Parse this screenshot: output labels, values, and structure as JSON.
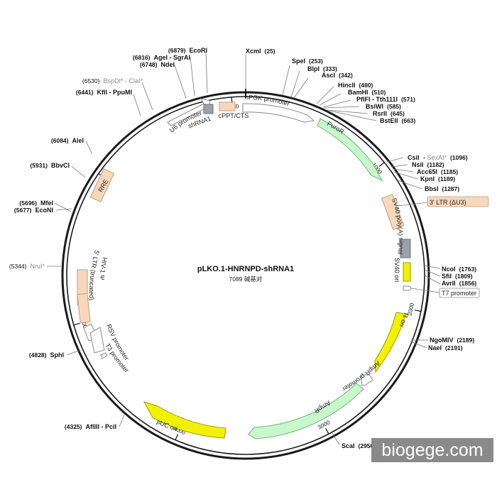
{
  "plasmid": {
    "name": "pLKO.1-HNRNPD-shRNA1",
    "size_text": "7089 碱基对",
    "length_bp": 7089
  },
  "watermark": "biogege.com",
  "ticks": [
    {
      "bp": 1000,
      "label": "1000"
    },
    {
      "bp": 2000,
      "label": "2000"
    },
    {
      "bp": 3000,
      "label": "3000"
    },
    {
      "bp": 4000,
      "label": "4000"
    },
    {
      "bp": 5000,
      "label": "5000"
    },
    {
      "bp": 6000,
      "label": "6000"
    },
    {
      "bp": 7000,
      "label": "7000"
    }
  ],
  "sites": [
    {
      "name": "XcmI",
      "pos": "(25)"
    },
    {
      "name": "SpeI",
      "pos": "(253)"
    },
    {
      "name": "BlpI",
      "pos": "(333)"
    },
    {
      "name": "AscI",
      "pos": "(342)"
    },
    {
      "name": "HincII",
      "pos": "(480)"
    },
    {
      "name": "BamHI",
      "pos": "(510)"
    },
    {
      "name": "PflFI - Tth111I",
      "pos": "(571)"
    },
    {
      "name": "BsiWI",
      "pos": "(585)"
    },
    {
      "name": "RsrII",
      "pos": "(645)"
    },
    {
      "name": "BstEII",
      "pos": "(663)"
    },
    {
      "name": "CsiI",
      "extra": "SexAI*",
      "pos": "(1096)"
    },
    {
      "name": "NsiI",
      "pos": "(1182)"
    },
    {
      "name": "Acc65I",
      "pos": "(1185)"
    },
    {
      "name": "KpnI",
      "pos": "(1189)"
    },
    {
      "name": "BbsI",
      "pos": "(1287)"
    },
    {
      "name": "NcoI",
      "pos": "(1763)"
    },
    {
      "name": "SfiI",
      "pos": "(1809)"
    },
    {
      "name": "AvrII",
      "pos": "(1856)"
    },
    {
      "name": "NgoMIV",
      "pos": "(2189)"
    },
    {
      "name": "NaeI",
      "pos": "(2191)"
    },
    {
      "name": "ScaI",
      "pos": "(2956)"
    },
    {
      "name": "AflIII - PciI",
      "pos": "(4325)"
    },
    {
      "name": "SphI",
      "pos": "(4828)"
    },
    {
      "name": "NruI*",
      "pos": "(5344)"
    },
    {
      "name": "EcoNI",
      "pos": "(5677)"
    },
    {
      "name": "MfeI",
      "pos": "(5696)"
    },
    {
      "name": "BbvCI",
      "pos": "(5931)"
    },
    {
      "name": "AleI",
      "pos": "(6084)"
    },
    {
      "name": "KflI - PpuMI",
      "pos": "(6441)"
    },
    {
      "name": "BspDI* - ClaI*",
      "pos": "(6530)"
    },
    {
      "name": "NdeI",
      "pos": "(6748)"
    },
    {
      "name": "AgeI - SgrAI",
      "pos": "(6816)"
    },
    {
      "name": "EcoRI",
      "pos": "(6879)"
    }
  ],
  "features": [
    {
      "label": "hPGK promoter"
    },
    {
      "label": "PuroR"
    },
    {
      "label": "3' LTR (ΔU3)"
    },
    {
      "label": "SV40 poly(A) signal"
    },
    {
      "label": "SV40 ori"
    },
    {
      "label": "T7 promoter"
    },
    {
      "label": "f1 ori"
    },
    {
      "label": "AmpR promoter"
    },
    {
      "label": "AmpR"
    },
    {
      "label": "pUC ori"
    },
    {
      "label": "RSV promoter"
    },
    {
      "label": "T3 promoter"
    },
    {
      "label": "5' LTR (truncated)"
    },
    {
      "label": "HIV-1 Ψ"
    },
    {
      "label": "RRE"
    },
    {
      "label": "U6 promoter"
    },
    {
      "label": "shRNA1"
    },
    {
      "label": "cPPT/CTS"
    }
  ],
  "colors": {
    "backbone": "#1a1a1a",
    "promoter_fill": "#ffffff",
    "promoter_stroke": "#8a8a8a",
    "marker_fill": "#c8f7cc",
    "marker_stroke": "#6fb57a",
    "ori_fill": "#f2f200",
    "ori_stroke": "#9a9a00",
    "ltr_fill": "#f7d8bd",
    "ltr_stroke": "#c79a72",
    "polyA_fill": "#9aa1a8",
    "polyA_stroke": "#6a7078",
    "label_box_fill": "#ffffff",
    "label_box_stroke": "#8a8a8a"
  }
}
